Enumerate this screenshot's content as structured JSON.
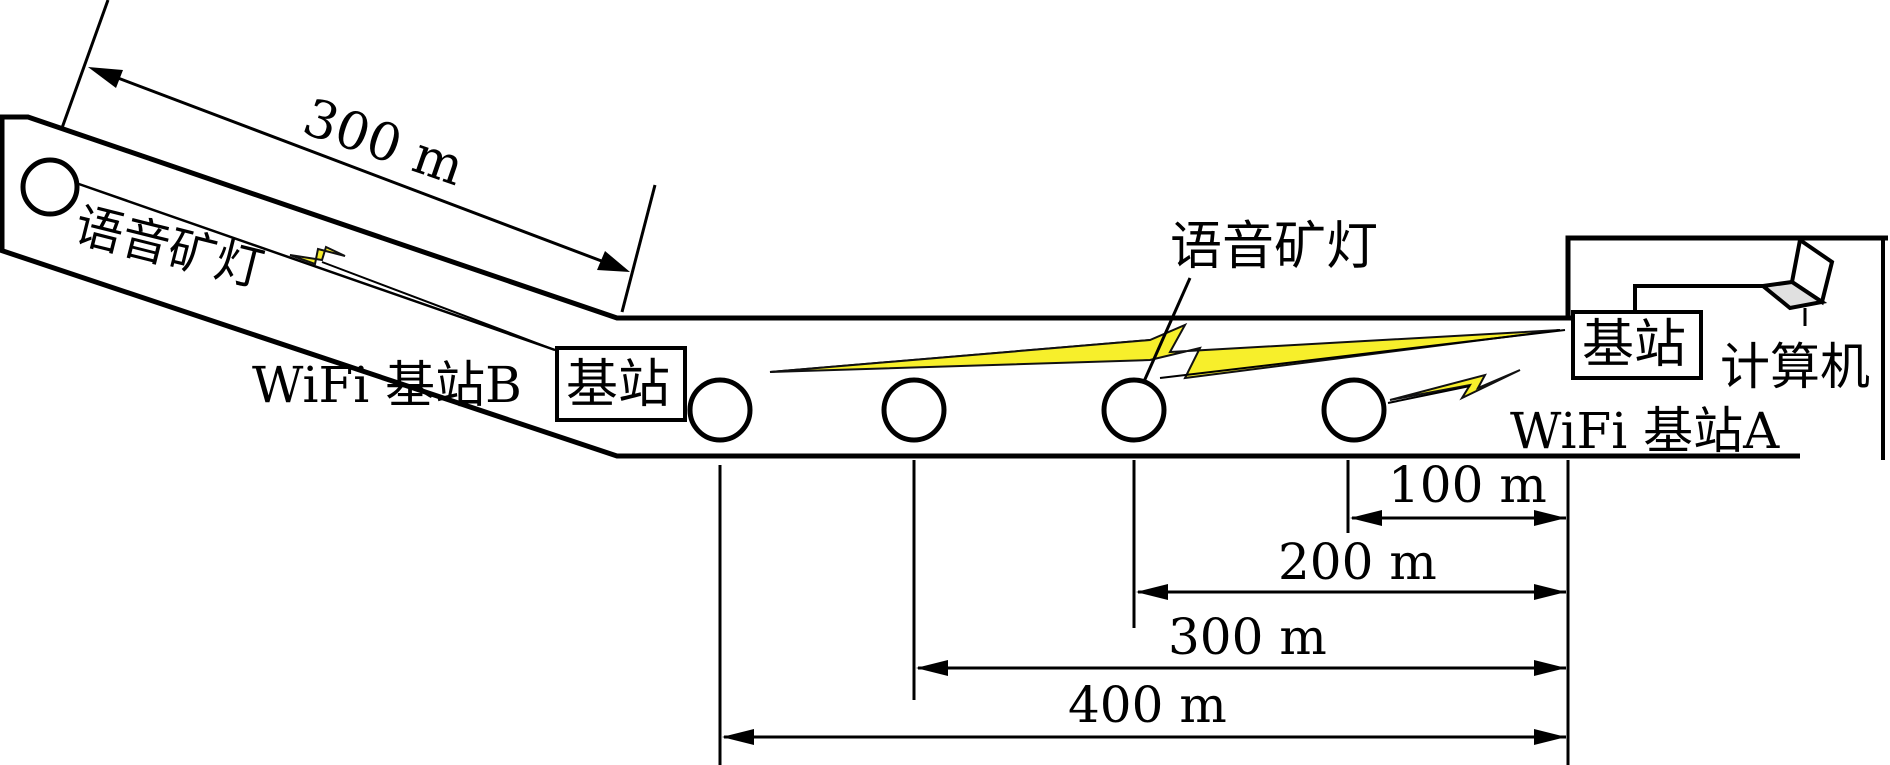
{
  "labels": {
    "incline_distance": "300 m",
    "lamp_upper": "语音矿灯",
    "lamp_middle": "语音矿灯",
    "station_box": "基站",
    "station_b_prefix": "WiFi 基站B",
    "station_a_suffix": "WiFi 基站A",
    "computer": "计算机"
  },
  "distances": [
    "100 m",
    "200 m",
    "300 m",
    "400 m"
  ],
  "colors": {
    "signal": "#f7ef2b",
    "line": "#000000"
  }
}
